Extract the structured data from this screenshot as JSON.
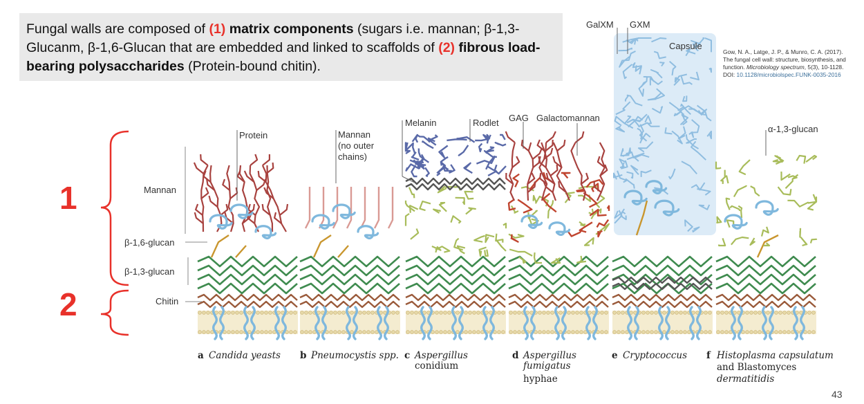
{
  "intro": {
    "part1": "Fungal walls are composed of ",
    "num1": "(1)",
    "term1": "matrix components",
    "part2": " (sugars i.e. mannan; β-1,3-Glucanm, β-1,6-Glucan that are embedded and linked to scaffolds of ",
    "num2": "(2)",
    "term2": "fibrous load-bearing polysaccharides",
    "part3": " (Protein-bound chitin)."
  },
  "citation": {
    "authors": "Gow, N. A., Latge, J. P., & Munro, C. A. (2017). The fungal cell wall: structure, biosynthesis, and function. ",
    "journal": "Microbiology spectrum",
    "details": ", 5(3), 10-1128. DOI: ",
    "doi": "10.1128/microbiolspec.FUNK-0035-2016"
  },
  "brace_labels": {
    "one": "1",
    "two": "2"
  },
  "layer_labels": {
    "mannan": "Mannan",
    "b16": "β-1,6-glucan",
    "b13": "β-1,3-glucan",
    "chitin": "Chitin"
  },
  "callouts": {
    "protein": "Protein",
    "mannan_line1": "Mannan",
    "mannan_line2": "(no outer",
    "mannan_line3": "chains)",
    "melanin": "Melanin",
    "rodlet": "Rodlet",
    "gag": "GAG",
    "galactomannan": "Galactomannan",
    "galxm": "GalXM",
    "gxm": "GXM",
    "capsule": "Capsule",
    "a13": "α-1,3-glucan"
  },
  "panels": {
    "a": {
      "key": "a",
      "line1": "Candida yeasts"
    },
    "b": {
      "key": "b",
      "line1": "Pneumocystis spp."
    },
    "c": {
      "key": "c",
      "line1": "Aspergillus",
      "line2": "conidium"
    },
    "d": {
      "key": "d",
      "line1": "Aspergillus",
      "line2": "fumigatus",
      "line3": "hyphae"
    },
    "e": {
      "key": "e",
      "line1": "Cryptococcus"
    },
    "f": {
      "key": "f",
      "line1": "Histoplasma capsulatum",
      "line2": "and Blastomyces",
      "line3": "dermatitidis"
    }
  },
  "page_number": "43",
  "colors": {
    "accent_red": "#e8312a",
    "mannan": "#a8423f",
    "mannan_light": "#d99a94",
    "protein": "#7fb8dd",
    "glucan_b16": "#c9962e",
    "glucan_b13": "#3f8b4f",
    "chitin": "#9a5a3a",
    "melanin": "#5a6aa8",
    "rodlet": "#444444",
    "a13_glucan": "#a8bc5a",
    "capsule": "#a9cbe8",
    "membrane": "#e6d9a8"
  }
}
